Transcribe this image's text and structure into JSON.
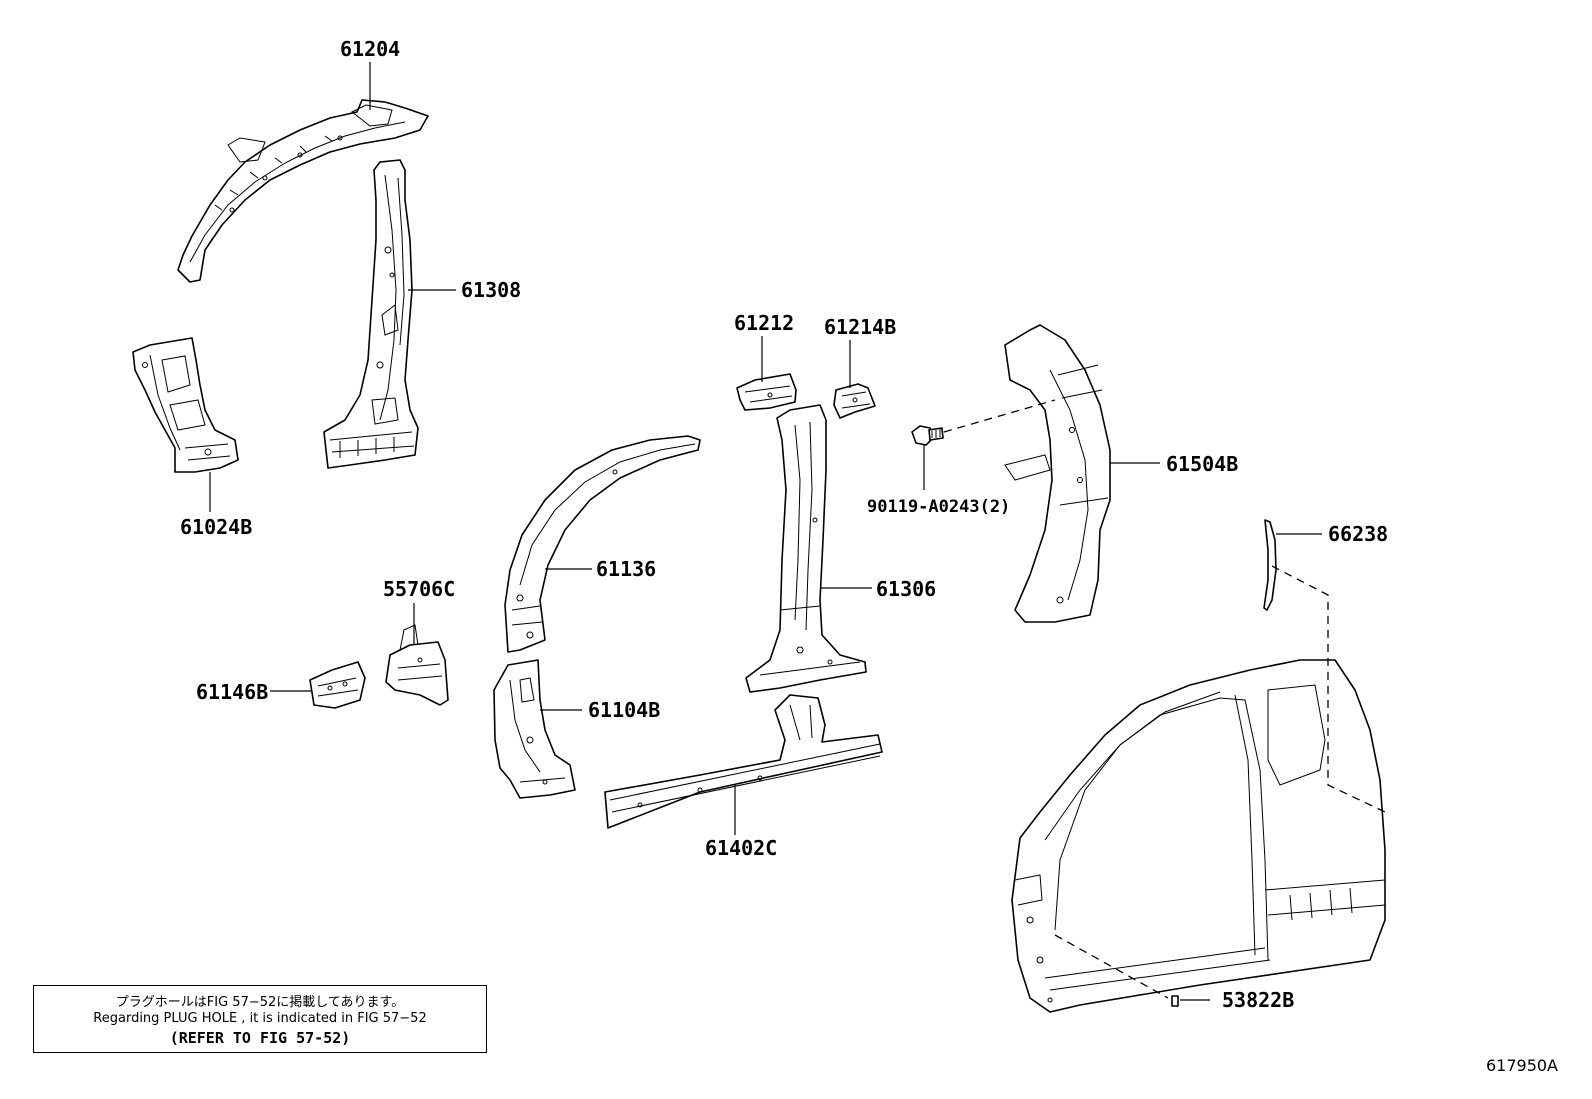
{
  "callouts": {
    "p61204": "61204",
    "p61308": "61308",
    "p61024b": "61024B",
    "p61212": "61212",
    "p61214b": "61214B",
    "p61504b": "61504B",
    "p90119": "90119-A0243(2)",
    "p66238": "66238",
    "p61136": "61136",
    "p61306": "61306",
    "p55706c": "55706C",
    "p61146b": "61146B",
    "p61104b": "61104B",
    "p61402c": "61402C",
    "p53822b": "53822B"
  },
  "note": {
    "line_jp": "プラグホールはFIG 57−52に掲載してあります。",
    "line_en": "Regarding PLUG HOLE , it is indicated in FIG 57−52",
    "line_ref": "(REFER TO FIG 57-52)"
  },
  "figure_id": "617950A"
}
